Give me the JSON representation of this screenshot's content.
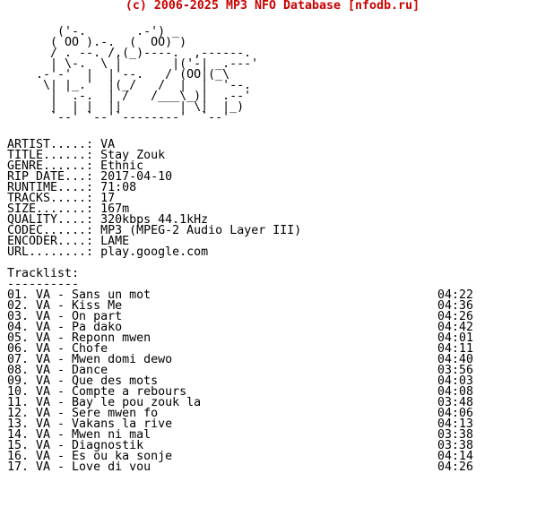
{
  "header": "(c) 2006-2025 MP3 NFO Database [nfodb.ru]",
  "ascii_art": "       ('-.       .-') _\n      ( OO ).-.  (  OO) )\n      / . --. /,(_)----.  ,------.\n      | \\-.  \\ |       |('-| _.---'\n    .-'-'  |  |'--.   / (OO|(_\\\n     \\| |_.'  |(_/   /  |  |  '--.\n      |  .-.  | /   /___\\_)|  .--'\n      |  | |  ||        | \\|  |_)\n      `--' `--'`--------'  `--'",
  "info": [
    {
      "label": "ARTIST.....:",
      "value": "VA"
    },
    {
      "label": "TITLE......:",
      "value": "Stay Zouk"
    },
    {
      "label": "GENRE......:",
      "value": "Ethnic"
    },
    {
      "label": "RIP DATE...:",
      "value": "2017-04-10"
    },
    {
      "label": "RUNTIME....:",
      "value": "71:08"
    },
    {
      "label": "TRACKS.....:",
      "value": "17"
    },
    {
      "label": "SIZE.......:",
      "value": "167m"
    },
    {
      "label": "QUALITY....:",
      "value": "320kbps 44.1kHz"
    },
    {
      "label": "CODEC......:",
      "value": "MP3 (MPEG-2 Audio Layer III)"
    },
    {
      "label": "ENCODER....:",
      "value": "LAME"
    },
    {
      "label": "URL........:",
      "value": "play.google.com"
    }
  ],
  "tracklist_title": "Tracklist:",
  "tracklist_rule": "----------",
  "tracks": [
    {
      "title": "01. VA - Sans un mot",
      "duration": "04:22"
    },
    {
      "title": "02. VA - Kiss Me",
      "duration": "04:36"
    },
    {
      "title": "03. VA - On part",
      "duration": "04:26"
    },
    {
      "title": "04. VA - Pa dako",
      "duration": "04:42"
    },
    {
      "title": "05. VA - Reponn mwen",
      "duration": "04:01"
    },
    {
      "title": "06. VA - Chofe",
      "duration": "04:11"
    },
    {
      "title": "07. VA - Mwen domi dewo",
      "duration": "04:40"
    },
    {
      "title": "08. VA - Dance",
      "duration": "03:56"
    },
    {
      "title": "09. VA - Que des mots",
      "duration": "04:03"
    },
    {
      "title": "10. VA - Compte a rebours",
      "duration": "04:08"
    },
    {
      "title": "11. VA - Bay le pou zouk la",
      "duration": "03:48"
    },
    {
      "title": "12. VA - Sere mwen fo",
      "duration": "04:06"
    },
    {
      "title": "13. VA - Vakans la rive",
      "duration": "04:13"
    },
    {
      "title": "14. VA - Mwen ni mal",
      "duration": "03:38"
    },
    {
      "title": "15. VA - Diagnostik",
      "duration": "03:38"
    },
    {
      "title": "16. VA - Es ou ka sonje",
      "duration": "04:14"
    },
    {
      "title": "17. VA - Love di vou",
      "duration": "04:26"
    }
  ]
}
